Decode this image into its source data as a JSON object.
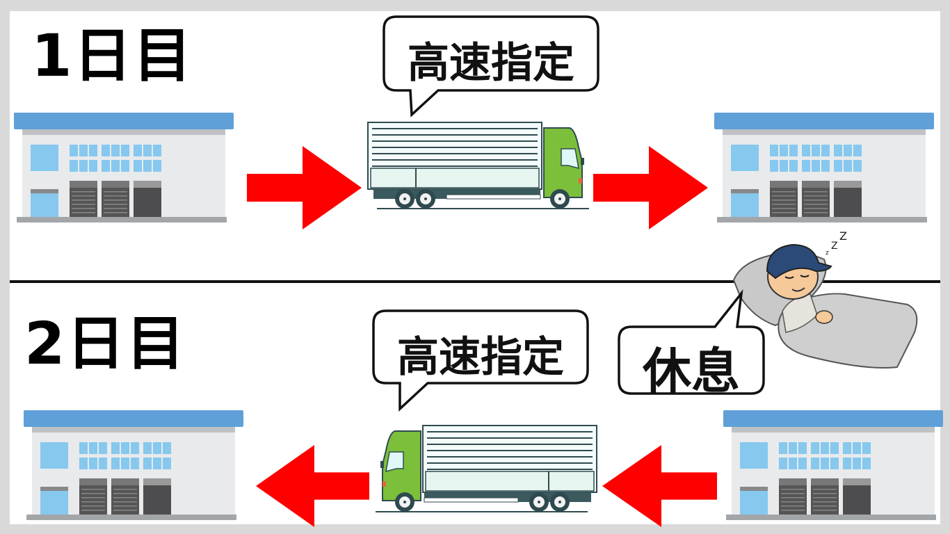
{
  "day1": {
    "label": "1日目",
    "bubble": "高速指定",
    "direction": "right"
  },
  "day2": {
    "label": "2日目",
    "bubble": "高速指定",
    "rest_bubble": "休息",
    "sleep_text": "z Z Z",
    "direction": "left"
  },
  "colors": {
    "arrow": "#ff0000",
    "roof": "#5fa0d8",
    "cab": "#7cbf3a",
    "window": "#86c8ee"
  },
  "icons": [
    "warehouse-icon",
    "truck-icon",
    "arrow-icon",
    "sleeping-driver-icon",
    "speech-bubble"
  ]
}
